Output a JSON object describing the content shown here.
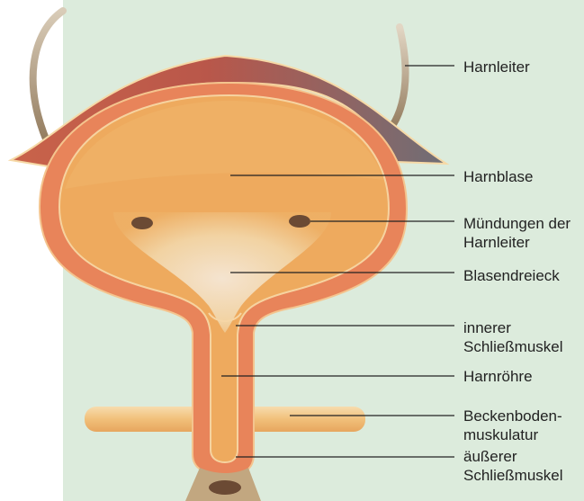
{
  "colors": {
    "background_panel": "#dcebdc",
    "bladder_wall": "#e8845a",
    "bladder_inner": "#eea85a",
    "ureter": "#a58a6a",
    "pelvic_floor_muscle": "#f0c27a",
    "leader_line": "#222222"
  },
  "labels": {
    "ureter": "Harnleiter",
    "bladder": "Harnblase",
    "ureter_openings_line1": "Mündungen der",
    "ureter_openings_line2": "Harnleiter",
    "trigone": "Blasendreieck",
    "inner_sphincter_line1": "innerer",
    "inner_sphincter_line2": "Schließmuskel",
    "urethra": "Harnröhre",
    "pelvic_floor_line1": "Beckenboden-",
    "pelvic_floor_line2": "muskulatur",
    "outer_sphincter_line1": "äußerer",
    "outer_sphincter_line2": "Schließmuskel"
  }
}
